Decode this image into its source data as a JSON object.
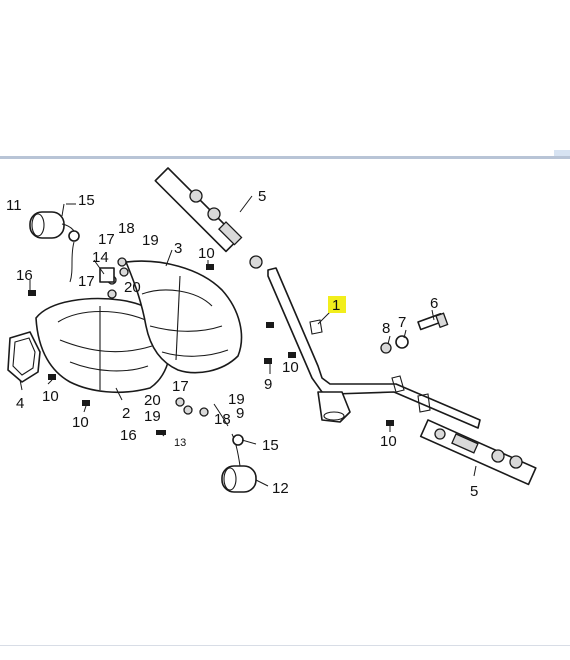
{
  "callouts": [
    {
      "id": "c1",
      "text": "1",
      "highlight": true
    },
    {
      "id": "c2",
      "text": "2"
    },
    {
      "id": "c3",
      "text": "3"
    },
    {
      "id": "c4",
      "text": "4"
    },
    {
      "id": "c5a",
      "text": "5"
    },
    {
      "id": "c5b",
      "text": "5"
    },
    {
      "id": "c6",
      "text": "6"
    },
    {
      "id": "c7",
      "text": "7"
    },
    {
      "id": "c8",
      "text": "8"
    },
    {
      "id": "c9a",
      "text": "9"
    },
    {
      "id": "c9b",
      "text": "9"
    },
    {
      "id": "c10a",
      "text": "10"
    },
    {
      "id": "c10b",
      "text": "10"
    },
    {
      "id": "c10c",
      "text": "10"
    },
    {
      "id": "c10d",
      "text": "10"
    },
    {
      "id": "c10e",
      "text": "10"
    },
    {
      "id": "c11",
      "text": "11"
    },
    {
      "id": "c12",
      "text": "12"
    },
    {
      "id": "c13",
      "text": "13"
    },
    {
      "id": "c14",
      "text": "14"
    },
    {
      "id": "c15a",
      "text": "15"
    },
    {
      "id": "c15b",
      "text": "15"
    },
    {
      "id": "c16a",
      "text": "16"
    },
    {
      "id": "c16b",
      "text": "16"
    },
    {
      "id": "c17a",
      "text": "17"
    },
    {
      "id": "c17b",
      "text": "17"
    },
    {
      "id": "c17c",
      "text": "17"
    },
    {
      "id": "c18a",
      "text": "18"
    },
    {
      "id": "c18b",
      "text": "18"
    },
    {
      "id": "c19a",
      "text": "19"
    },
    {
      "id": "c19b",
      "text": "19"
    },
    {
      "id": "c19c",
      "text": "19"
    },
    {
      "id": "c20a",
      "text": "20"
    },
    {
      "id": "c20b",
      "text": "20"
    }
  ],
  "colors": {
    "highlight": "#f2ee1c",
    "frame_border": "#b8c4d6",
    "line": "#1a1a1a"
  }
}
